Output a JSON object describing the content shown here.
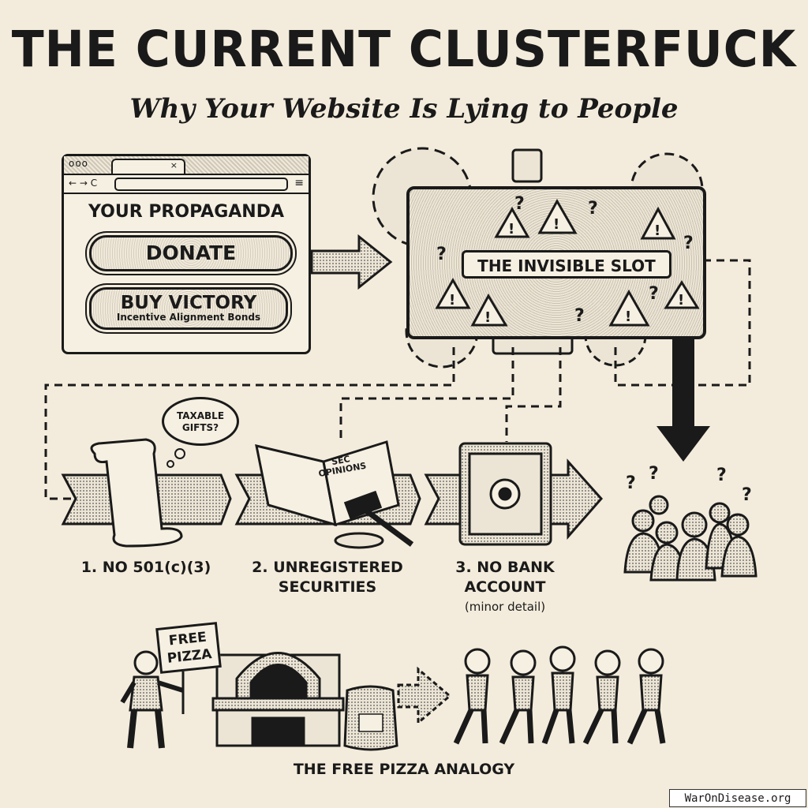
{
  "header": {
    "title": "THE CURRENT CLUSTERFUCK",
    "subtitle": "Why Your Website Is Lying to People"
  },
  "browser": {
    "window_dots": "ooo",
    "tab_close": "×",
    "nav_buttons": "← → C",
    "menu_icon": "≡",
    "heading": "YOUR PROPAGANDA",
    "donate_label": "DONATE",
    "buy_label": "BUY VICTORY",
    "buy_sublabel": "Incentive Alignment Bonds"
  },
  "machine": {
    "label": "THE INVISIBLE SLOT",
    "question_mark": "?"
  },
  "problems": [
    {
      "label": "1. NO 501(c)(3)",
      "thought": "TAXABLE GIFTS?"
    },
    {
      "label": "2. UNREGISTERED SECURITIES",
      "line1": "2. UNREGISTERED",
      "line2": "SECURITIES",
      "doc_text": "SEC OPINIONS"
    },
    {
      "line1": "3. NO BANK",
      "line2": "ACCOUNT",
      "note": "(minor detail)"
    }
  ],
  "analogy": {
    "sign": "FREE PIZZA",
    "caption": "THE FREE PIZZA ANALOGY"
  },
  "watermark": "WarOnDisease.org"
}
